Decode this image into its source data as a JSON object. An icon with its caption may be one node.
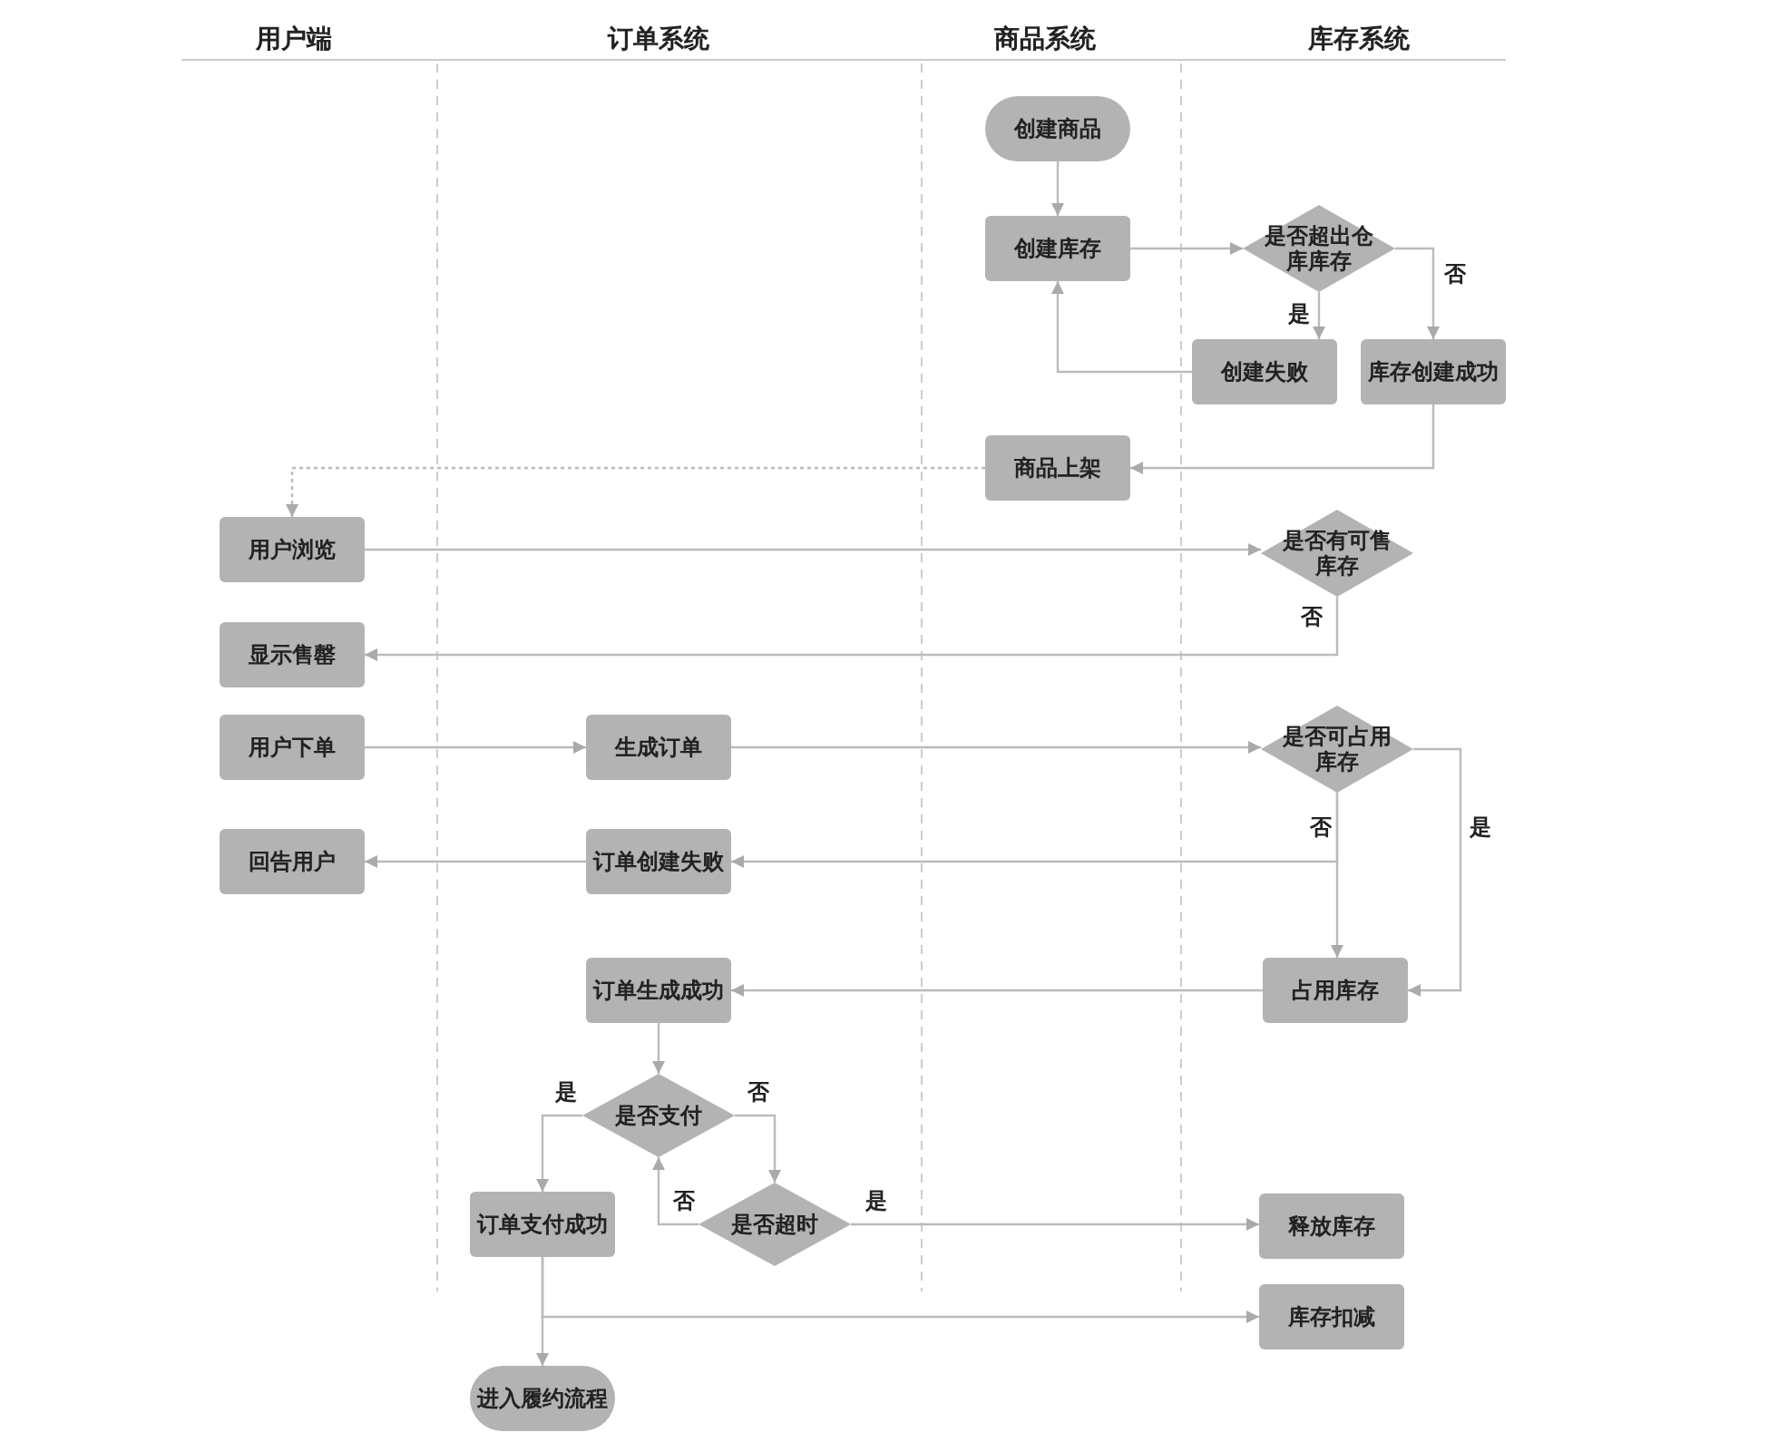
{
  "diagram": {
    "nodes": [
      {
        "text": [
          "创建商品"
        ]
      },
      {
        "text": [
          "创建库存"
        ]
      },
      {
        "text": [
          "是否超出仓库库存"
        ]
      },
      {
        "text": [
          "创建失败"
        ]
      },
      {
        "text": [
          "库存创建成功"
        ]
      },
      {
        "text": [
          "商品上架"
        ]
      },
      {
        "text": [
          "用户浏览"
        ]
      },
      {
        "text": [
          "是否有可售库存"
        ]
      },
      {
        "text": [
          "显示售罄"
        ]
      },
      {
        "text": [
          "用户下单"
        ]
      },
      {
        "text": [
          "生成订单"
        ]
      },
      {
        "text": [
          "是否可占用库存"
        ]
      },
      {
        "text": [
          "回告用户"
        ]
      },
      {
        "text": [
          "订单创建失败"
        ]
      },
      {
        "text": [
          "订单生成成功"
        ]
      },
      {
        "text": [
          "占用库存"
        ]
      },
      {
        "text": [
          "是否支付"
        ]
      },
      {
        "text": [
          "订单支付成功"
        ]
      },
      {
        "text": [
          "是否超时"
        ]
      },
      {
        "text": [
          "释放库存"
        ]
      },
      {
        "text": [
          "库存扣减"
        ]
      },
      {
        "text": [
          "进入履约流程"
        ]
      }
    ],
    "edges": [
      {
        "from": 0,
        "to": 1,
        "arrow": "to"
      },
      {
        "from": 1,
        "to": 2,
        "arrow": "to"
      },
      {
        "from": 2,
        "to": 3,
        "arrow": "to",
        "label": "是"
      },
      {
        "from": 2,
        "to": 4,
        "arrow": "to",
        "label": "否"
      },
      {
        "from": 3,
        "to": 1,
        "arrow": "to"
      },
      {
        "from": 4,
        "to": 5,
        "arrow": "to"
      },
      {
        "from": 5,
        "to": 6,
        "arrow": "to",
        "style": "dashed"
      },
      {
        "from": 6,
        "to": 7,
        "arrow": "to"
      },
      {
        "from": 7,
        "to": 8,
        "arrow": "to",
        "label": "否"
      },
      {
        "from": 9,
        "to": 10,
        "arrow": "to"
      },
      {
        "from": 10,
        "to": 11,
        "arrow": "to"
      },
      {
        "from": 11,
        "to": 13,
        "arrow": "to",
        "label": "否"
      },
      {
        "from": 11,
        "to": 15,
        "arrow": "to"
      },
      {
        "from": 11,
        "to": 15,
        "arrow": "to",
        "label": "是"
      },
      {
        "from": 13,
        "to": 12,
        "arrow": "to"
      },
      {
        "from": 15,
        "to": 14,
        "arrow": "to"
      },
      {
        "from": 14,
        "to": 16,
        "arrow": "to"
      },
      {
        "from": 16,
        "to": 17,
        "arrow": "to",
        "label": "是"
      },
      {
        "from": 16,
        "to": 18,
        "arrow": "to",
        "label": "否"
      },
      {
        "from": 18,
        "to": 16,
        "arrow": "to",
        "label": "否"
      },
      {
        "from": 18,
        "to": 19,
        "arrow": "to",
        "label": "是"
      },
      {
        "from": 17,
        "to": 21,
        "arrow": "to"
      },
      {
        "from": 17,
        "to": 20,
        "arrow": "to"
      }
    ],
    "labels": [
      "用户端",
      "订单系统",
      "商品系统",
      "库存系统"
    ]
  }
}
